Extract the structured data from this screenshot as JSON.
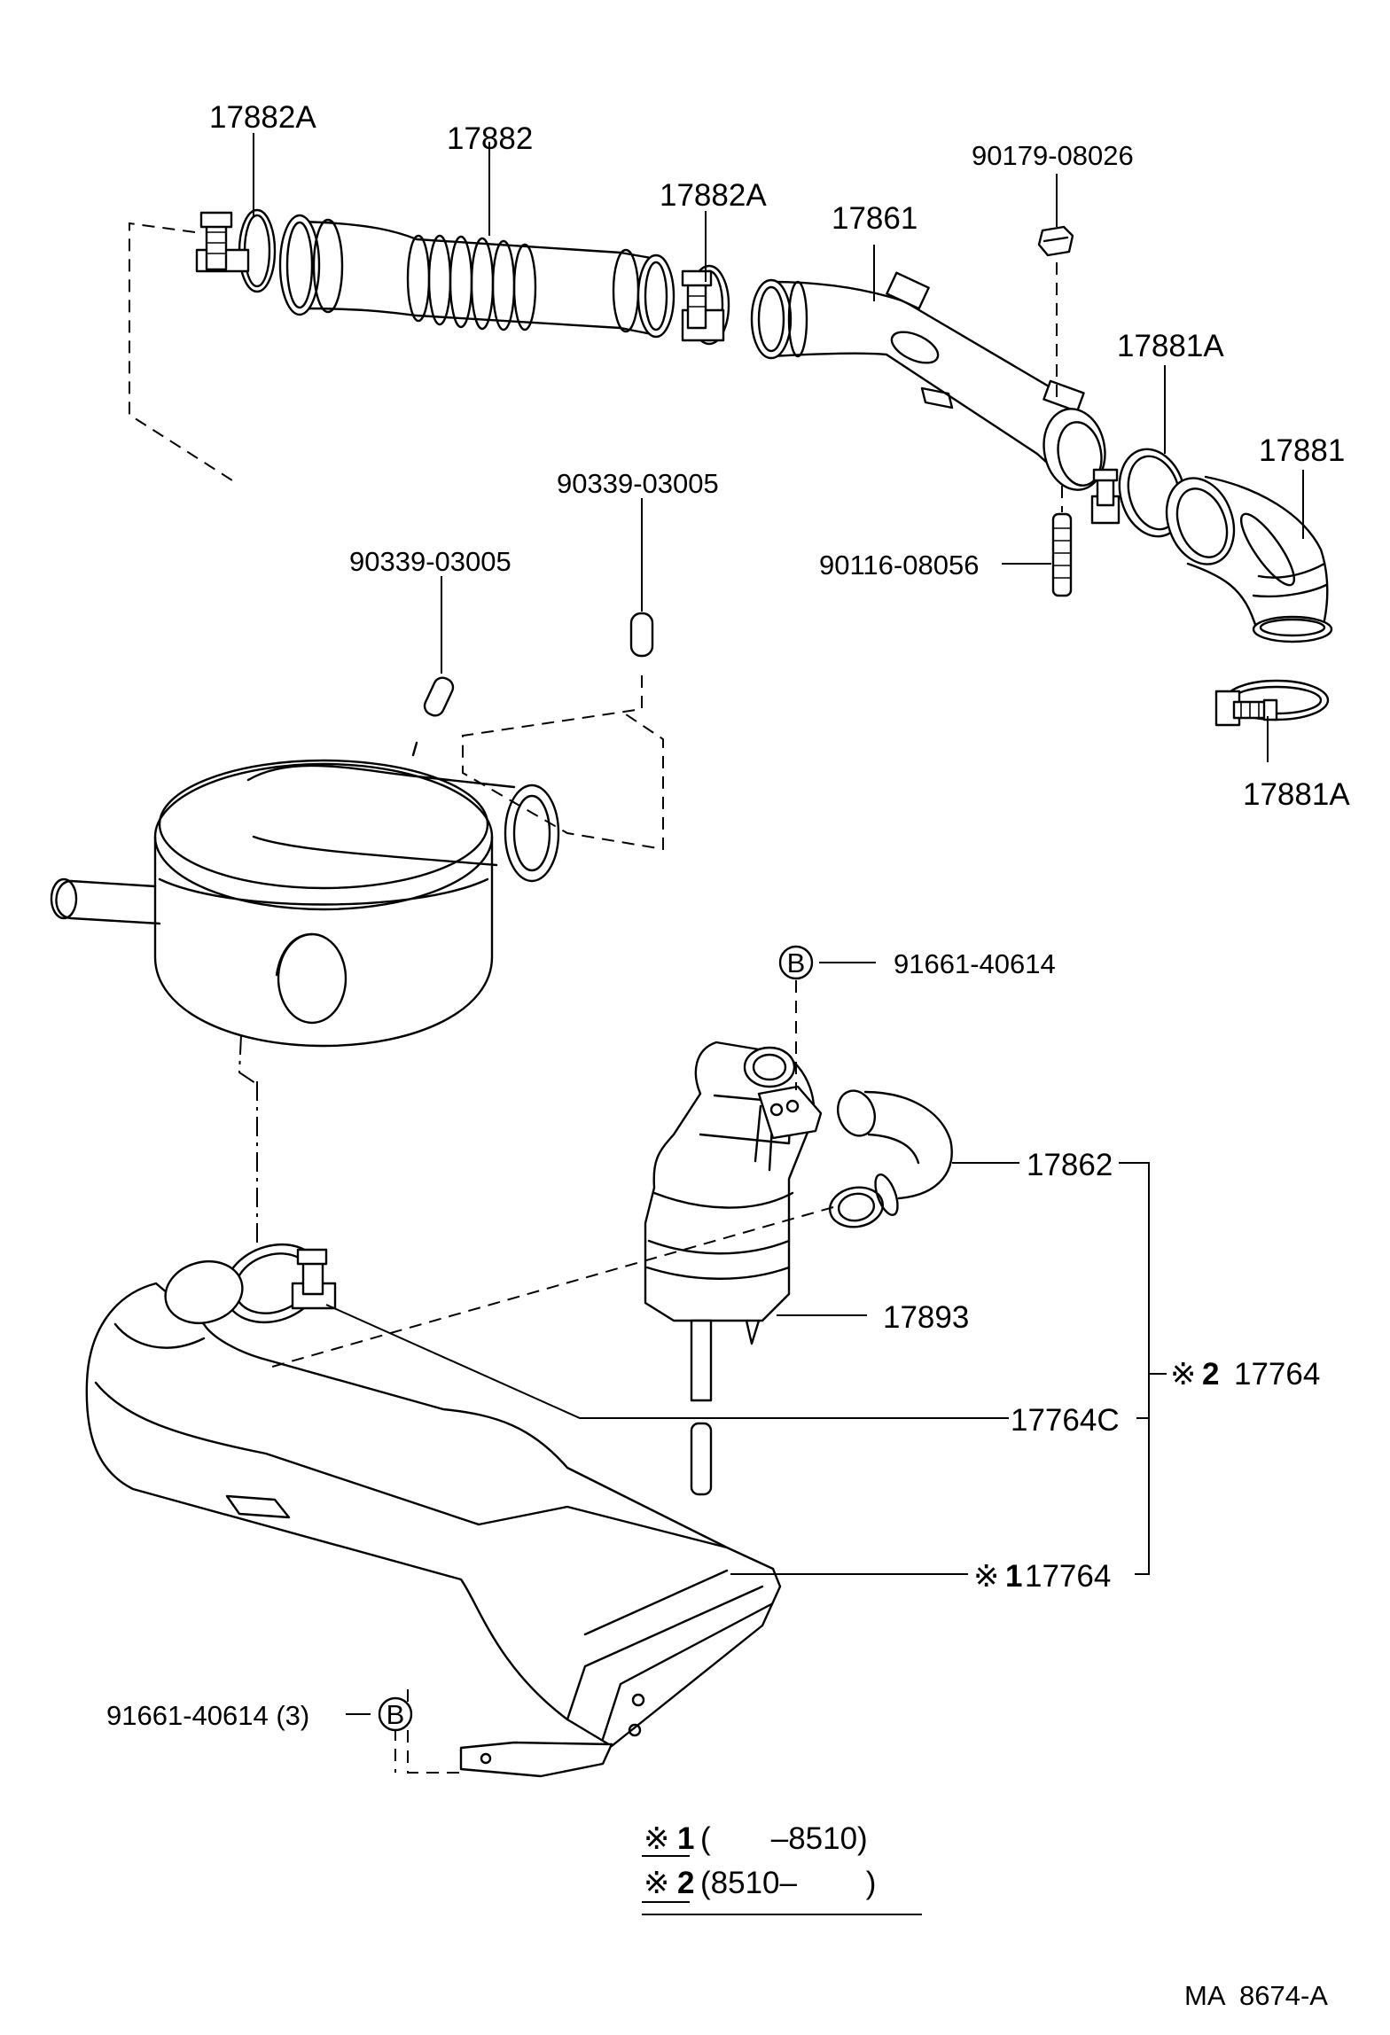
{
  "callouts": {
    "p17882A_top_left": "17882A",
    "p17882": "17882",
    "p17882A_top_right": "17882A",
    "p17861": "17861",
    "p90179": "90179-08026",
    "p17881A_upper": "17881A",
    "p17881": "17881",
    "p90116": "90116-08056",
    "p17881A_lower": "17881A",
    "p90339_right": "90339-03005",
    "p90339_left": "90339-03005",
    "p91661_top": "91661-40614",
    "p17862": "17862",
    "p17893": "17893",
    "p17764C": "17764C",
    "p17764_v2": "17764",
    "p17764_v1": "17764",
    "p91661_bottom": "91661-40614 (3)"
  },
  "bolt_marker": "B",
  "variant_notes": {
    "ref_symbol": "※",
    "v1_num": "1",
    "v2_num": "2",
    "v1_range": "(       –8510)",
    "v2_range": "(8510–        )"
  },
  "figure_code": "MA  8674-A"
}
